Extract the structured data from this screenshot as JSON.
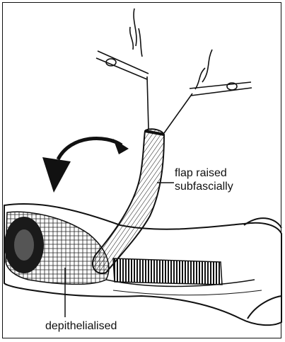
{
  "labels": {
    "flap_line1": "flap raised",
    "flap_line2": "subfascially",
    "depithelialised": "depithelialised"
  },
  "colors": {
    "ink": "#111111",
    "background": "#ffffff"
  }
}
